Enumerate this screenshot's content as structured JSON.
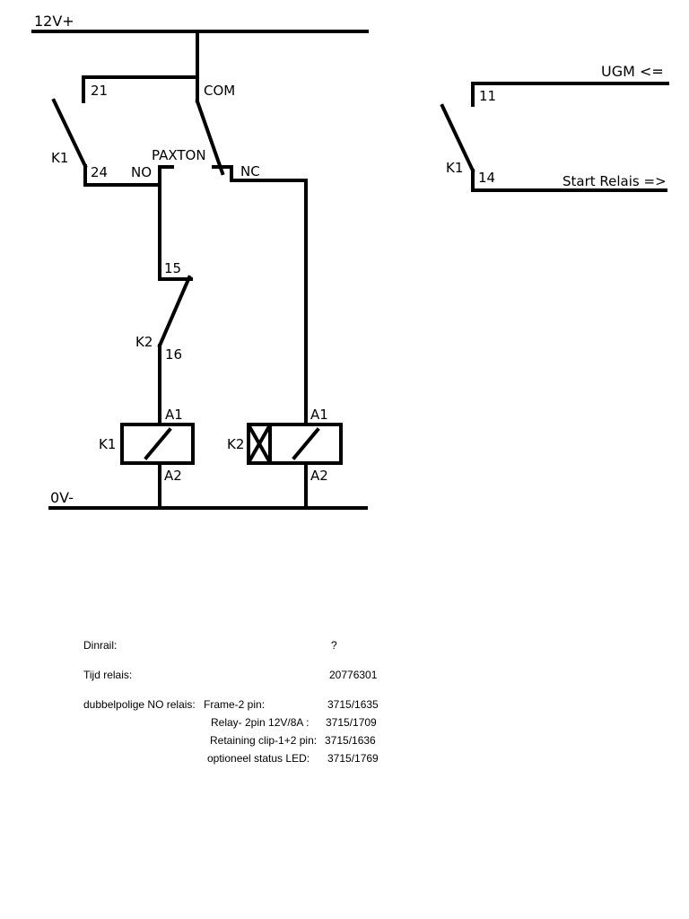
{
  "diagram": {
    "rails": {
      "plus": "12V+",
      "minus": "0V-"
    },
    "switches": {
      "k1_aux_label": "K1",
      "k1_aux_top": "21",
      "k1_aux_bottom": "24",
      "paxton": "PAXTON",
      "com": "COM",
      "no": "NO",
      "nc": "NC",
      "k2_contact_label": "K2",
      "k2_top": "15",
      "k2_bottom": "16"
    },
    "coils": {
      "k1": {
        "label": "K1",
        "a1": "A1",
        "a2": "A2"
      },
      "k2": {
        "label": "K2",
        "a1": "A1",
        "a2": "A2"
      }
    },
    "right_circuit": {
      "ugm": "UGM <=",
      "top_terminal": "11",
      "contact_label": "K1",
      "bottom_terminal": "14",
      "start": "Start Relais =>"
    }
  },
  "notes": {
    "dinrail_label": "Dinrail:",
    "dinrail_value": "?",
    "tijd_label": "Tijd relais:",
    "tijd_value": "20776301",
    "relais_label": "dubbelpolige NO relais:",
    "rows": [
      {
        "label": "Frame-2 pin:",
        "value": "3715/1635"
      },
      {
        "label": "Relay- 2pin 12V/8A :",
        "value": "3715/1709"
      },
      {
        "label": "Retaining clip-1+2 pin:",
        "value": "3715/1636"
      },
      {
        "label": "optioneel status LED:",
        "value": "3715/1769"
      }
    ]
  }
}
